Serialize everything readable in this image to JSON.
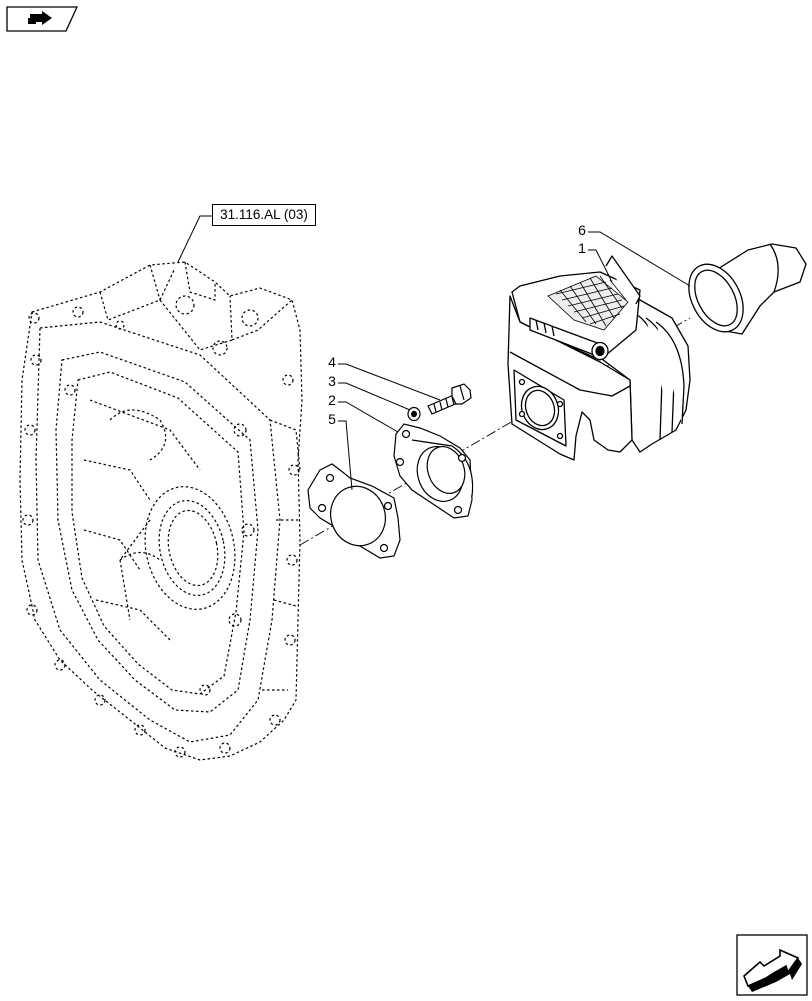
{
  "reference_label": "31.116.AL (03)",
  "callouts": [
    {
      "id": "6",
      "text": "6"
    },
    {
      "id": "1",
      "text": "1"
    },
    {
      "id": "4",
      "text": "4"
    },
    {
      "id": "3",
      "text": "3"
    },
    {
      "id": "2",
      "text": "2"
    },
    {
      "id": "5",
      "text": "5"
    }
  ],
  "icons": {
    "back": "back-arrow-icon",
    "next": "next-arrow-icon"
  }
}
